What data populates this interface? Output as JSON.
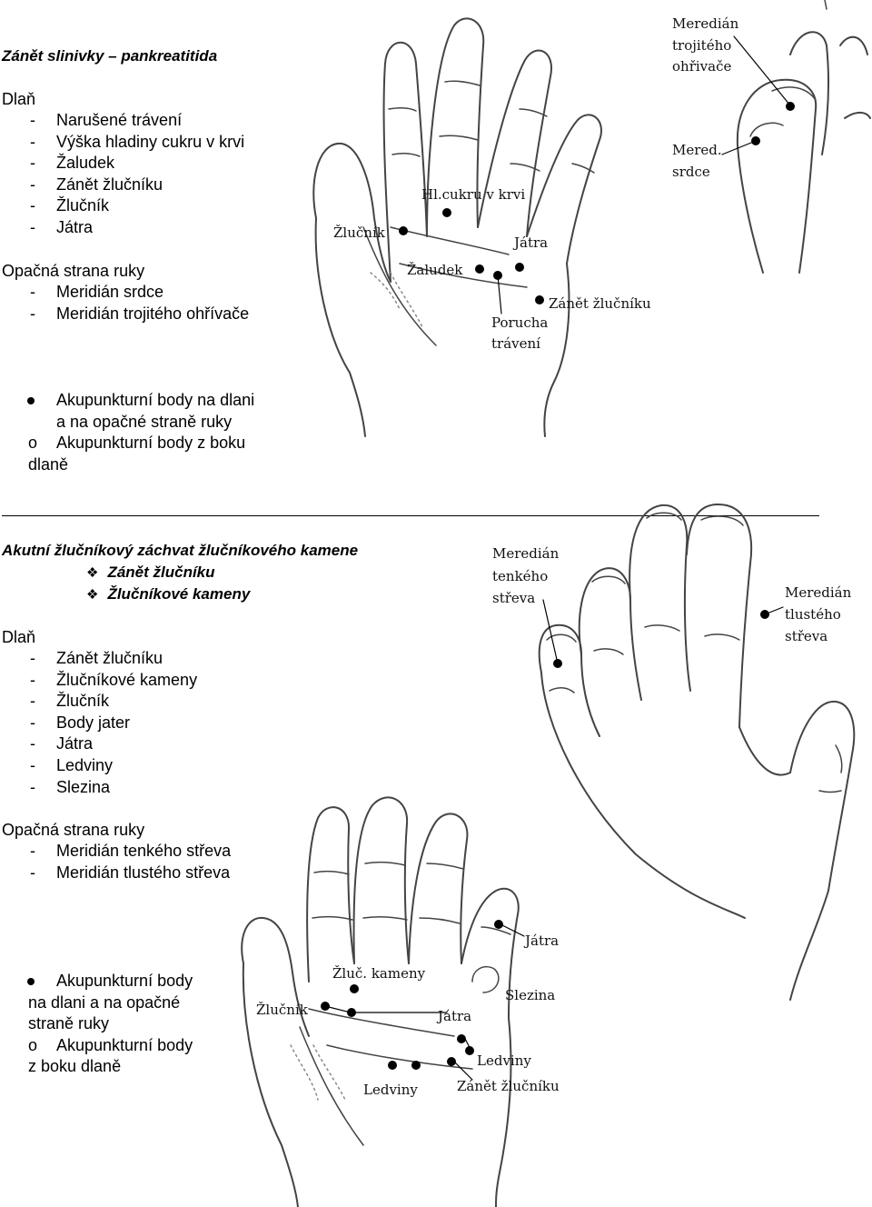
{
  "section1": {
    "title": "Zánět slinivky – pankreatitida",
    "palm_heading": "Dlaň",
    "palm_items": [
      "Narušené trávení",
      "Výška hladiny cukru v krvi",
      "Žaludek",
      "Zánět žlučníku",
      "Žlučník",
      "Játra"
    ],
    "back_heading": "Opačná strana ruky",
    "back_items": [
      "Meridián srdce",
      "Meridián trojitého ohřívače"
    ],
    "legend_bullet": "Akupunkturní body na dlani",
    "legend_bullet_cont": "a na opačné straně ruky",
    "legend_o_mark": "o",
    "legend_o_text": "Akupunkturní body z boku",
    "legend_o_cont": "dlaně",
    "palm_labels": {
      "hl_cukru": "Hl.cukru v krvi",
      "zlucnik": "Žlučník",
      "jatra": "Játra",
      "zaludek": "Žaludek",
      "zanet": "Zánět žlučníku",
      "poruchat1": "Porucha",
      "poruchat2": "trávení"
    },
    "back_labels": {
      "mer1": "Meredián",
      "mer2": "trojitého",
      "mer3": "ohřivače",
      "srdce1": "Mered.",
      "srdce2": "srdce"
    }
  },
  "section2": {
    "title": "Akutní žlučníkový záchvat žlučníkového kamene",
    "sub1": "Zánět žlučníku",
    "sub2": "Žlučníkové kameny",
    "palm_heading": "Dlaň",
    "palm_items": [
      "Zánět žlučníku",
      "Žlučníkové kameny",
      "Žlučník",
      "Body jater",
      "Játra",
      "Ledviny",
      "Slezina"
    ],
    "back_heading": "Opačná strana ruky",
    "back_items": [
      "Meridián tenkého střeva",
      "Meridián tlustého střeva"
    ],
    "legend_bullet": "Akupunkturní body",
    "legend_lines": [
      "na dlani a na opačné",
      "straně ruky"
    ],
    "legend_o_mark": "o",
    "legend_o_text": "Akupunkturní body",
    "legend_o_cont": "z boku dlaně",
    "back_labels": {
      "tenk1": "Meredián",
      "tenk2": "tenkého",
      "tenk3": "střeva",
      "tlus1": "Meredián",
      "tlus2": "tlustého",
      "tlus3": "střeva"
    },
    "palm_labels": {
      "jatra_top": "Játra",
      "zluc_kameny": "Žluč. kameny",
      "slezina": "Slezina",
      "zlucnik": "Žlučník",
      "jatra": "Játra",
      "ledviny_r": "Ledviny",
      "ledviny_l": "Ledviny",
      "zanet": "Zánět žlučníku"
    }
  }
}
